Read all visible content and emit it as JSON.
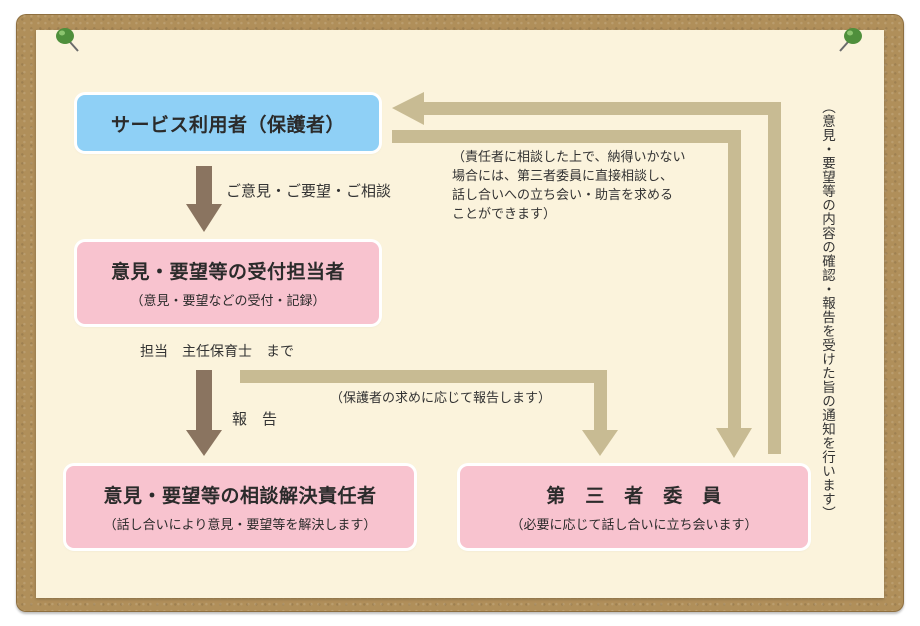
{
  "boxes": {
    "user": {
      "title": "サービス利用者（保護者）"
    },
    "reception": {
      "title": "意見・要望等の受付担当者",
      "sub": "（意見・要望などの受付・記録）"
    },
    "resolver": {
      "title": "意見・要望等の相談解決責任者",
      "sub": "（話し合いにより意見・要望等を解決します）"
    },
    "third_party": {
      "title": "第　三　者　委　員",
      "sub": "（必要に応じて話し合いに立ち会います）"
    }
  },
  "labels": {
    "consult": "ご意見・ご要望・ご相談",
    "staff": "担当　主任保育士　まで",
    "report": "報　告",
    "parent_request": "（保護者の求めに応じて報告します）",
    "direct_consult": [
      "（責任者に相談した上で、納得いかない",
      "場合には、第三者委員に直接相談し、",
      "話し合いへの立ち会い・助言を求める",
      "ことができます）"
    ],
    "vertical_note": "（意見・要望等の内容の確認・報告を受けた旨の通知を行います）"
  },
  "colors": {
    "board": "#b08f5a",
    "paper": "#fbf3dc",
    "blue_box": "#8fd0f6",
    "pink_box": "#f8c3cf",
    "brown_arrow": "#8a7460",
    "tan_arrow": "#c8bb93",
    "pin": "#4f8f3c"
  }
}
